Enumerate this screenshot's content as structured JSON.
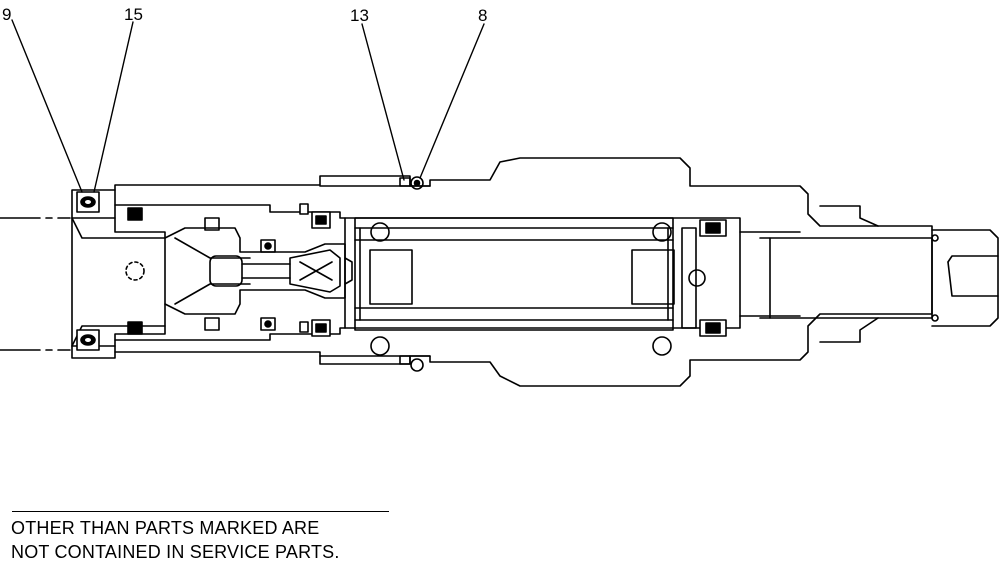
{
  "callouts": {
    "c9": "9",
    "c15": "15",
    "c13": "13",
    "c8": "8"
  },
  "note": {
    "line1": "OTHER THAN PARTS MARKED ARE",
    "line2": "NOT CONTAINED IN SERVICE PARTS."
  }
}
